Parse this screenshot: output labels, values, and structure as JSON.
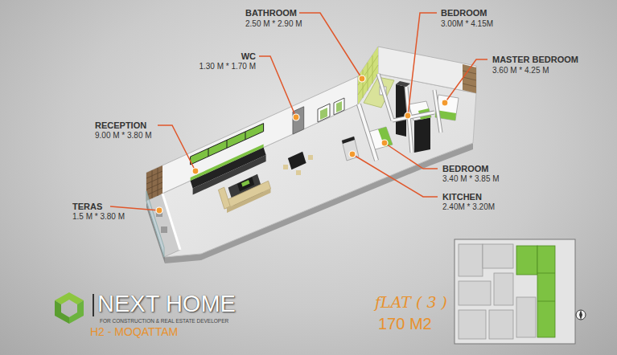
{
  "diagram": {
    "labels": [
      "BATHROOM",
      "2.50 M * 2.90 M",
      "BEDROOM",
      "3.00M * 4.15M",
      "WC",
      "1.30 M * 1.70 M",
      "MASTER BEDROOM",
      "3.60 M * 4.25 M",
      "RECEPTION",
      "9.00 M * 3.80 M",
      "BEDROOM",
      "3.40 M * 3.85 M",
      "KITCHEN",
      "2.40M * 3.20M",
      "TERAS",
      "1.5 M * 3.80 M",
      "NEXT HOME",
      "FOR CONSTRUCTION & REAL ESTATE DEVELOPER",
      "H2 - MOQATTAM",
      "fLAT ( 3 )",
      "170 M2"
    ]
  }
}
